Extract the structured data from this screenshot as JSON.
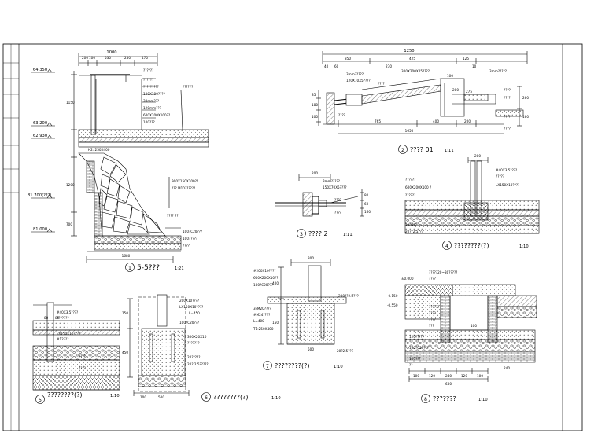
{
  "dims": {
    "d1_top_total": "1000",
    "d1_top_segs": [
      "200",
      "100",
      "530",
      "250",
      "470"
    ],
    "d1_left": [
      "1150",
      "1200",
      "700"
    ],
    "d1_bottom": "1680",
    "d2_top_total": "1250",
    "d2_top_segs": [
      "350",
      "425",
      "125"
    ],
    "d2_top_sub": [
      "40",
      "60",
      "270",
      "10"
    ],
    "d2_bottom": [
      "765",
      "400",
      "200"
    ],
    "d2_bottom_total": "1650",
    "d2_left": [
      "85",
      "180",
      "100"
    ],
    "d2_right": [
      "260",
      "160"
    ],
    "d2_inner": [
      "100",
      "200",
      "275"
    ],
    "d3_top": "200",
    "d3_side": [
      "80",
      "60",
      "160"
    ],
    "d4_top": "200",
    "d6_left": [
      "150",
      "450"
    ],
    "d6_bottom": [
      "500",
      "100"
    ],
    "d7_top": "300",
    "d7_left": [
      "400",
      "150"
    ],
    "d7_bottom": "500",
    "d8_bottom": [
      "100",
      "120",
      "240",
      "120",
      "100"
    ],
    "d8_total": "680",
    "d8_right": "240",
    "d8_mid": "100",
    "d5_vals": [
      "80",
      "80"
    ]
  },
  "levels": {
    "l1": "64.350",
    "l2": "63.200",
    "l3": "62.930",
    "l4": "81.700(???)",
    "l5": "81.000",
    "l6": "-0.150",
    "l7": "-0.550",
    "l8": "±0.000"
  },
  "notes": {
    "d1": [
      "??????",
      "??????",
      "?????????",
      "100X100????",
      "30mm???",
      "120mm???",
      "600X200X100??",
      "100???",
      "??????",
      "H2: 250X400",
      "900X150X100??",
      "??? M10??????",
      "???? ??",
      "100?C20???",
      "100?????",
      "????"
    ],
    "d2": [
      "3mm?????",
      "300X200X25????",
      "3mm?????",
      "120X70X5????",
      "????",
      "????",
      "????",
      "????",
      "????",
      "????"
    ],
    "d3": [
      "3mm?????",
      "150X70X5????",
      "????",
      "????"
    ],
    "d4": [
      "#40X3.5????",
      "?????",
      "??????",
      "LX150X10????",
      "600X200X100 ?",
      "??????",
      "100???",
      "20??2.5???"
    ],
    "d5": [
      "#40X3.5????",
      "???????",
      "LX150X10????",
      "#12???",
      "????",
      "????"
    ],
    "d6": [
      "200X10????",
      "LX150X10????",
      "L=450",
      "100?C20???",
      "300X20X10",
      "???????",
      "20?????",
      "20? 2.5?????"
    ],
    "d7": [
      "#200X10????",
      "600X200X10??",
      "100?C20???",
      "200??2.5???",
      "3?M20????",
      "#M24????",
      "L=400",
      "T1:250X400",
      "20?2.5???"
    ],
    "d8": [
      "?????20~30?????",
      "????",
      "??????",
      "????",
      "????",
      "???",
      "120?????",
      "100?C20???",
      "100???",
      "??"
    ]
  },
  "captions": {
    "c1": {
      "num": "1",
      "title": "5-5???",
      "scale": "1:21"
    },
    "c2": {
      "num": "2",
      "title": "???? 01",
      "scale": "1:11"
    },
    "c3": {
      "num": "3",
      "title": "???? 2",
      "scale": "1:11"
    },
    "c4": {
      "num": "4",
      "title": "????????(?)",
      "scale": "1:10"
    },
    "c5": {
      "num": "5",
      "title": "????????(?)",
      "scale": "1:10"
    },
    "c6": {
      "num": "6",
      "title": "????????(?)",
      "scale": "1:10"
    },
    "c7": {
      "num": "7",
      "title": "????????(?)",
      "scale": "1:10"
    },
    "c8": {
      "num": "8",
      "title": "???????",
      "scale": "1:10"
    }
  }
}
